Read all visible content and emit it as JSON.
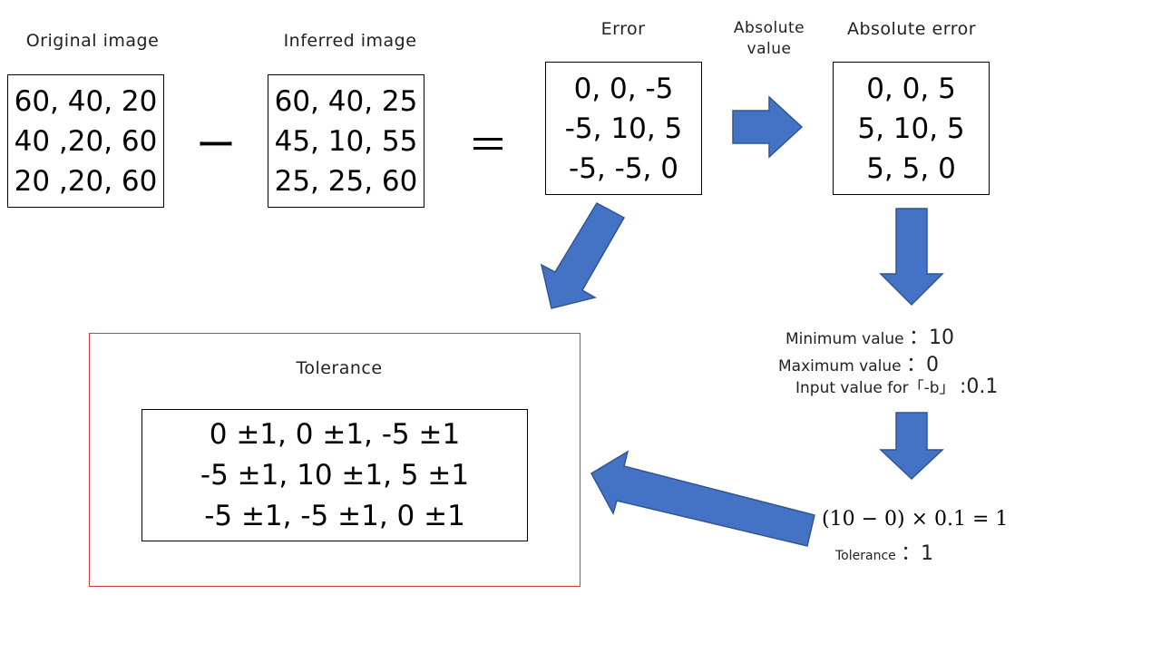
{
  "original": {
    "label": "Original image",
    "rows": [
      "60, 40, 20",
      "40 ,20, 60",
      "20 ,20, 60"
    ]
  },
  "minus_sign": "ー",
  "inferred": {
    "label": "Inferred image",
    "rows": [
      "60, 40, 25",
      "45, 10, 55",
      "25, 25, 60"
    ]
  },
  "equals_sign": "＝",
  "error": {
    "label": "Error",
    "rows": [
      "0, 0, -5",
      "-5, 10, 5",
      "-5, -5, 0"
    ]
  },
  "absolute_value_label": [
    "Absolute",
    "value"
  ],
  "absolute_error": {
    "label": "Absolute error",
    "rows": [
      "0, 0, 5",
      "5, 10, 5",
      "5, 5, 0"
    ]
  },
  "stats": {
    "minimum_label": "Minimum value",
    "minimum_value": "：10",
    "maximum_label": "Maximum value",
    "maximum_value": "：0",
    "input_label": "Input value for「-b」",
    "input_value": ":0.1"
  },
  "formula": "(10 − 0) × 0.1 = 1",
  "tolerance_calc": {
    "label": "Tolerance",
    "value": "：1"
  },
  "tolerance": {
    "label": "Tolerance",
    "rows": [
      "0 ±1, 0 ±1, -5 ±1",
      "-5 ±1, 10 ±1, 5 ±1",
      "-5 ±1, -5 ±1, 0 ±1"
    ]
  },
  "colors": {
    "arrow_fill": "#4472c4",
    "arrow_stroke": "#2f5597",
    "tolerance_frame": "#d93a3a"
  }
}
